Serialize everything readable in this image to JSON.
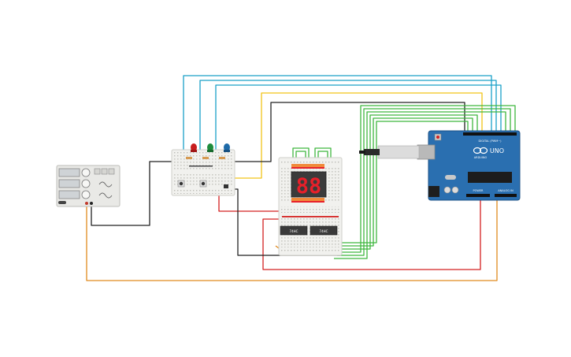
{
  "board": {
    "brand": "ARDUINO",
    "model": "UNO",
    "digital_header": "DIGITAL (PWM~)",
    "power_header": "POWER",
    "analog_header": "ANALOG IN"
  },
  "display": {
    "digits": "88"
  },
  "chips": {
    "left_label": "74HC",
    "right_label": "74HC"
  },
  "colors": {
    "wire_blue": "#1aa0c8",
    "wire_yellow": "#f2c418",
    "wire_green": "#3fb63f",
    "wire_red": "#d42020",
    "wire_black": "#222222",
    "wire_orange": "#e08a1e",
    "arduino_board": "#2a6fb0",
    "display_red": "#e8202a",
    "breadboard": "#f1f1ee",
    "led_red": "#c81e1e",
    "led_green": "#1e8c3c",
    "led_blue": "#1e6aa8"
  },
  "components": {
    "leds": [
      "led-red",
      "led-green",
      "led-blue"
    ],
    "buttons": 2,
    "seven_segment_digits": 2,
    "shift_register_chips": 2,
    "power_supply_knobs": 3
  }
}
